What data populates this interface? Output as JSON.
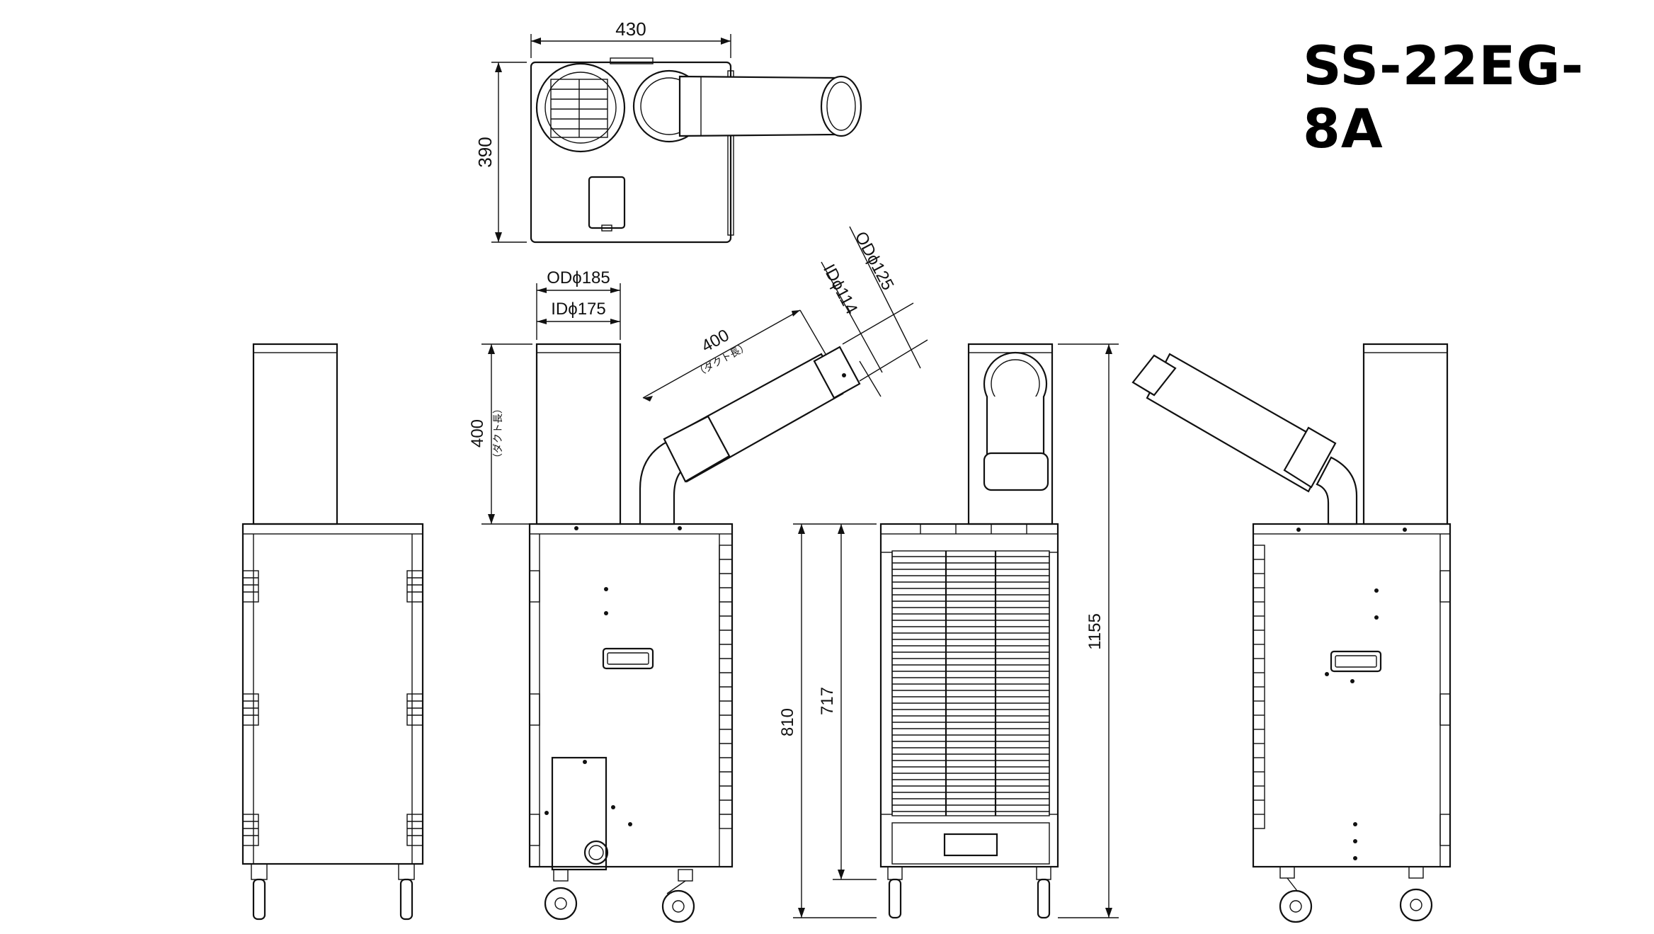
{
  "title": "SS-22EG-8A",
  "top_view": {
    "width_dim": "430",
    "depth_dim": "390"
  },
  "duct_outlet": {
    "od_label": "ODϕ185",
    "id_label": "IDϕ175",
    "length_dim": "400",
    "length_note": "（ダクト長）"
  },
  "side_duct": {
    "length_dim": "400",
    "length_note": "（ダクト長）",
    "od_label": "ODϕ125",
    "id_label": "IDϕ114"
  },
  "heights": {
    "body_height": "810",
    "inner_height": "717",
    "total_height": "1155"
  },
  "colors": {
    "line": "#111111",
    "background": "#ffffff"
  }
}
